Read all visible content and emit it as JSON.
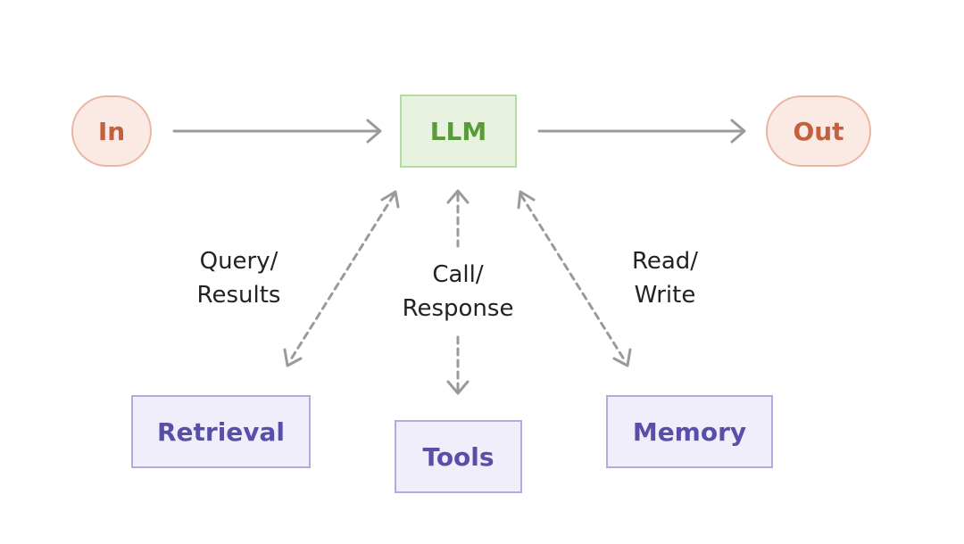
{
  "nodes": {
    "in": "In",
    "llm": "LLM",
    "out": "Out",
    "retrieval": "Retrieval",
    "tools": "Tools",
    "memory": "Memory"
  },
  "edges": {
    "retrieval": {
      "line1": "Query/",
      "line2": "Results"
    },
    "tools": {
      "line1": "Call/",
      "line2": "Response"
    },
    "memory": {
      "line1": "Read/",
      "line2": "Write"
    }
  },
  "colors": {
    "io_fill": "#fbe9e3",
    "io_border": "#e9b6a5",
    "io_text": "#c2603f",
    "llm_fill": "#e8f3df",
    "llm_border": "#b7d9a3",
    "llm_text": "#5a9a3b",
    "module_fill": "#f0eefb",
    "module_border": "#b3aae0",
    "module_text": "#5a4fa8",
    "arrow": "#9a9a9a"
  }
}
